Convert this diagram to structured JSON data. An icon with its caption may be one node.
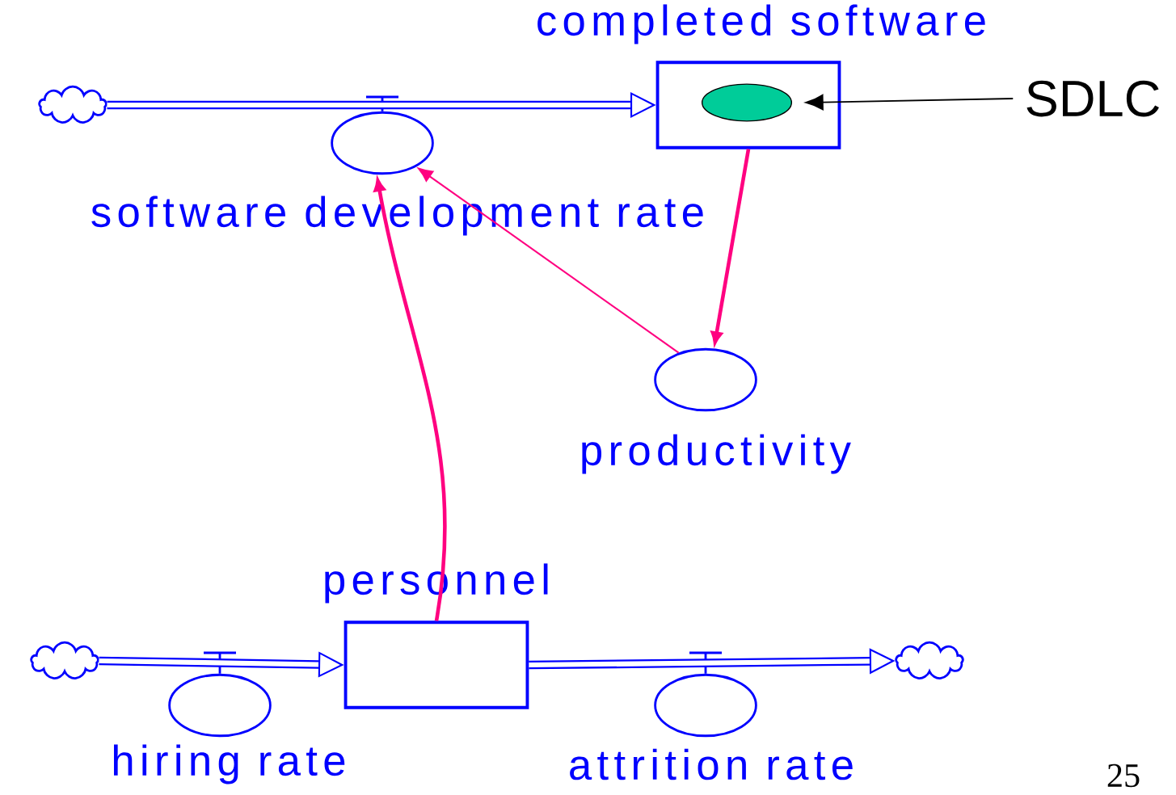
{
  "diagram": {
    "nodes": [
      {
        "text": [],
        "shape": "cloud"
      },
      {
        "text": [
          "completed software"
        ]
      },
      {
        "text": [],
        "shape": "ellipse",
        "in": 1
      },
      {
        "text": [
          "SDLC"
        ]
      },
      {
        "text": [
          "software development rate"
        ]
      },
      {
        "text": [
          "productivity"
        ]
      },
      {
        "text": [
          "personnel"
        ]
      },
      {
        "text": [],
        "shape": "cloud"
      },
      {
        "text": [
          "hiring rate"
        ]
      },
      {
        "text": [
          "attrition rate"
        ]
      },
      {
        "text": [],
        "shape": "cloud"
      }
    ],
    "edges": [
      {
        "from": 0,
        "to": 1,
        "arrow": "to",
        "color": "#0000ff",
        "style": "thick"
      },
      {
        "from": 7,
        "to": 6,
        "arrow": "to",
        "color": "#0000ff",
        "style": "thick"
      },
      {
        "from": 6,
        "to": 10,
        "arrow": "to",
        "color": "#0000ff",
        "style": "thick"
      },
      {
        "from": 3,
        "to": 2,
        "arrow": "to",
        "color": "#000000"
      },
      {
        "from": 1,
        "to": 5,
        "arrow": "to",
        "color": "#ff0080"
      },
      {
        "from": 5,
        "to": 4,
        "arrow": "to",
        "color": "#ff0080"
      },
      {
        "from": 6,
        "to": 4,
        "arrow": "to",
        "color": "#ff0080"
      }
    ],
    "labels": [
      "25"
    ]
  }
}
